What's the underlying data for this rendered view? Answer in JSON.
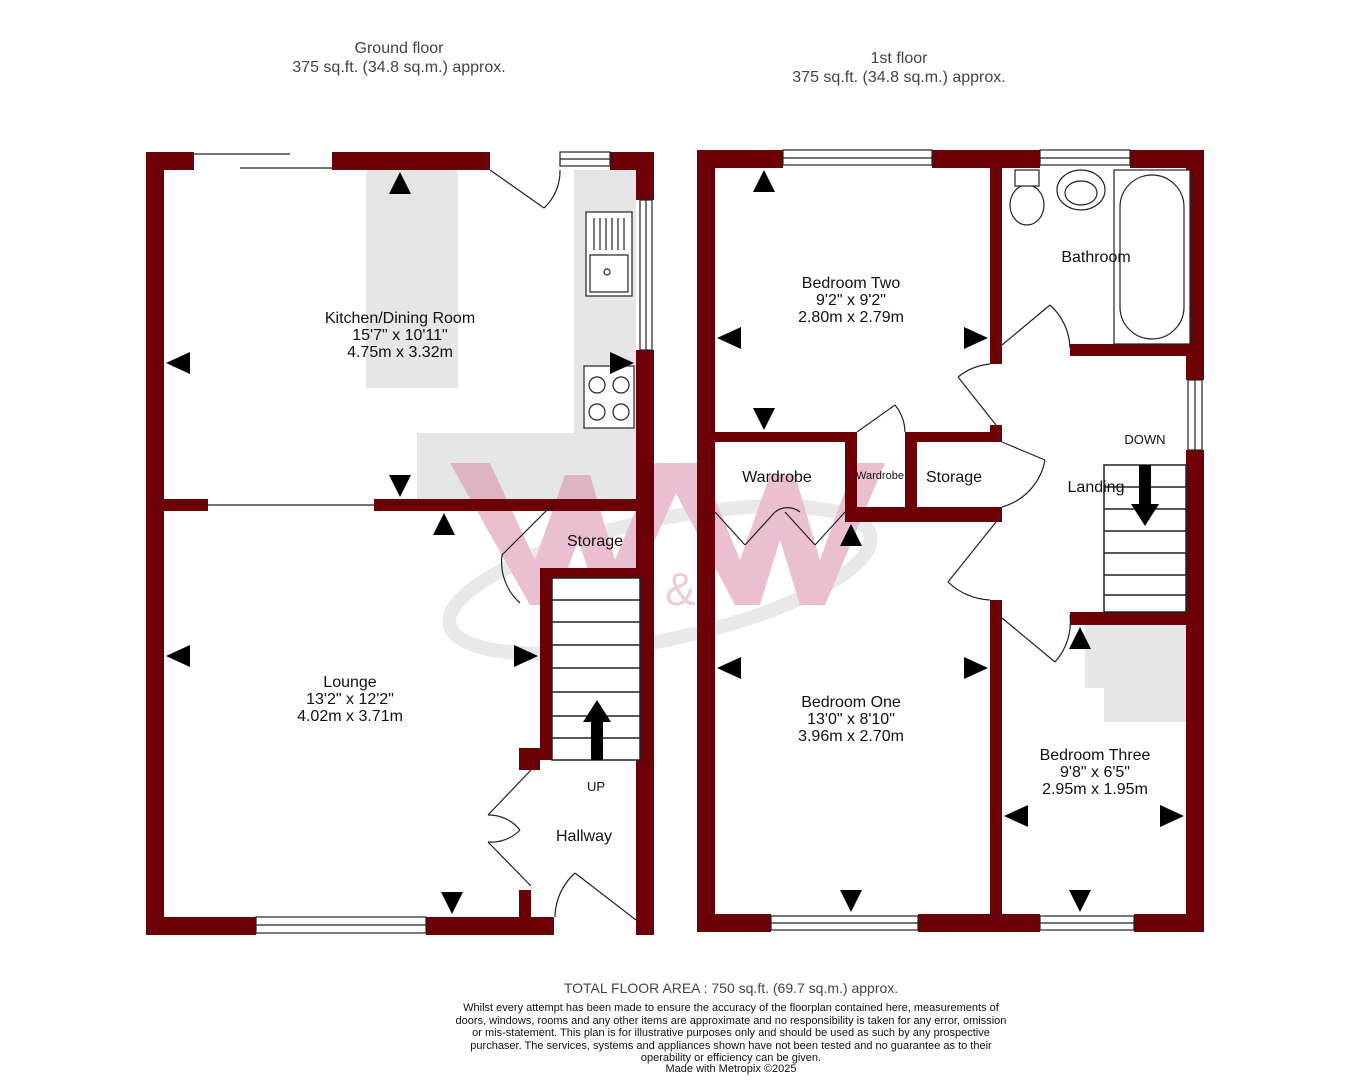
{
  "colors": {
    "wall": "#6b0006",
    "fixture": "#e6e6e6",
    "watermark": "#d98ca8",
    "line": "#222222"
  },
  "floors": {
    "ground": {
      "name": "Ground floor",
      "area": "375 sq.ft. (34.8 sq.m.) approx."
    },
    "first": {
      "name": "1st floor",
      "area": "375 sq.ft. (34.8 sq.m.) approx."
    }
  },
  "rooms": {
    "kitchen": {
      "name": "Kitchen/Dining Room",
      "imperial": "15'7\"  x 10'11\"",
      "metric": "4.75m  x 3.32m"
    },
    "lounge": {
      "name": "Lounge",
      "imperial": "13'2\"  x 12'2\"",
      "metric": "4.02m  x 3.71m"
    },
    "storage_ground": {
      "name": "Storage"
    },
    "hallway": {
      "name": "Hallway"
    },
    "up": {
      "name": "UP"
    },
    "bedroom_two": {
      "name": "Bedroom Two",
      "imperial": "9'2\"  x 9'2\"",
      "metric": "2.80m  x 2.79m"
    },
    "bathroom": {
      "name": "Bathroom"
    },
    "wardrobe_large": {
      "name": "Wardrobe"
    },
    "wardrobe_small": {
      "name": "Wardrobe"
    },
    "storage_first": {
      "name": "Storage"
    },
    "landing": {
      "name": "Landing"
    },
    "down": {
      "name": "DOWN"
    },
    "bedroom_one": {
      "name": "Bedroom One",
      "imperial": "13'0\"  x 8'10\"",
      "metric": "3.96m  x 2.70m"
    },
    "bedroom_three": {
      "name": "Bedroom Three",
      "imperial": "9'8\"  x 6'5\"",
      "metric": "2.95m  x 1.95m"
    }
  },
  "watermark": {
    "text": "W&W"
  },
  "footer": {
    "total": "TOTAL FLOOR AREA : 750 sq.ft. (69.7 sq.m.) approx.",
    "disclaimer": "Whilst every attempt has been made to ensure the accuracy of the floorplan contained here, measurements of doors, windows, rooms and any other items are approximate and no responsibility is taken for any error, omission or mis-statement. This plan is for illustrative purposes only and should be used as such by any prospective purchaser. The services, systems and appliances shown have not been tested and no guarantee as to their operability or efficiency can be given.",
    "credit": "Made with Metropix ©2025"
  }
}
